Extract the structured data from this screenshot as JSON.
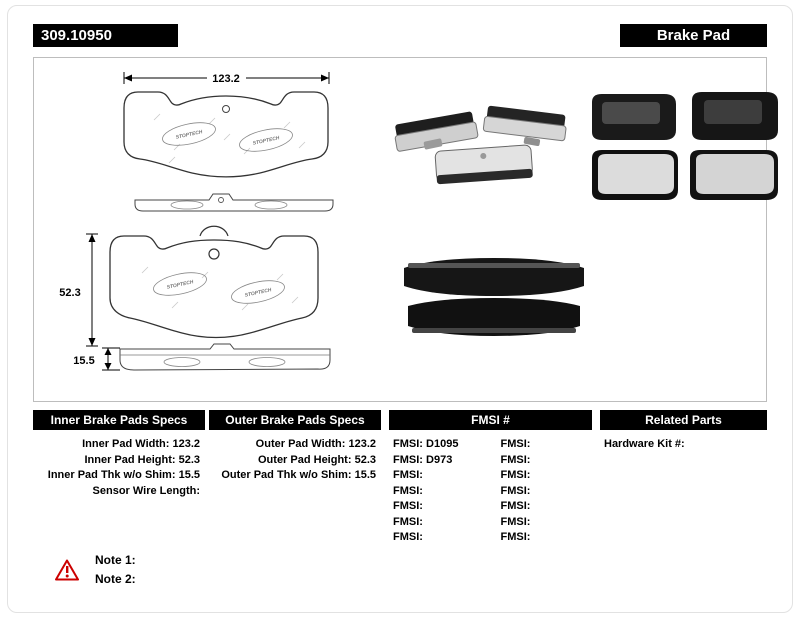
{
  "header": {
    "part_number": "309.10950",
    "product_title": "Brake Pad"
  },
  "diagram": {
    "dim_width": "123.2",
    "dim_height": "52.3",
    "dim_thickness": "15.5",
    "brand": "STOPTECH"
  },
  "tables": {
    "inner": {
      "title": "Inner Brake Pads Specs",
      "rows": [
        {
          "label": "Inner Pad Width:",
          "value": "123.2"
        },
        {
          "label": "Inner Pad Height:",
          "value": "52.3"
        },
        {
          "label": "Inner Pad Thk w/o Shim:",
          "value": "15.5"
        },
        {
          "label": "Sensor Wire Length:",
          "value": ""
        }
      ]
    },
    "outer": {
      "title": "Outer Brake Pads Specs",
      "rows": [
        {
          "label": "Outer Pad Width:",
          "value": "123.2"
        },
        {
          "label": "Outer Pad Height:",
          "value": "52.3"
        },
        {
          "label": "Outer Pad Thk w/o Shim:",
          "value": "15.5"
        }
      ]
    },
    "fmsi": {
      "title": "FMSI #",
      "left": [
        {
          "label": "FMSI:",
          "value": "D1095"
        },
        {
          "label": "FMSI:",
          "value": "D973"
        },
        {
          "label": "FMSI:",
          "value": ""
        },
        {
          "label": "FMSI:",
          "value": ""
        },
        {
          "label": "FMSI:",
          "value": ""
        },
        {
          "label": "FMSI:",
          "value": ""
        },
        {
          "label": "FMSI:",
          "value": ""
        }
      ],
      "right": [
        {
          "label": "FMSI:",
          "value": ""
        },
        {
          "label": "FMSI:",
          "value": ""
        },
        {
          "label": "FMSI:",
          "value": ""
        },
        {
          "label": "FMSI:",
          "value": ""
        },
        {
          "label": "FMSI:",
          "value": ""
        },
        {
          "label": "FMSI:",
          "value": ""
        },
        {
          "label": "FMSI:",
          "value": ""
        }
      ]
    },
    "related": {
      "title": "Related Parts",
      "rows": [
        {
          "label": "Hardware Kit #:",
          "value": ""
        }
      ]
    }
  },
  "notes": {
    "items": [
      "Note 1:",
      "Note 2:"
    ]
  }
}
